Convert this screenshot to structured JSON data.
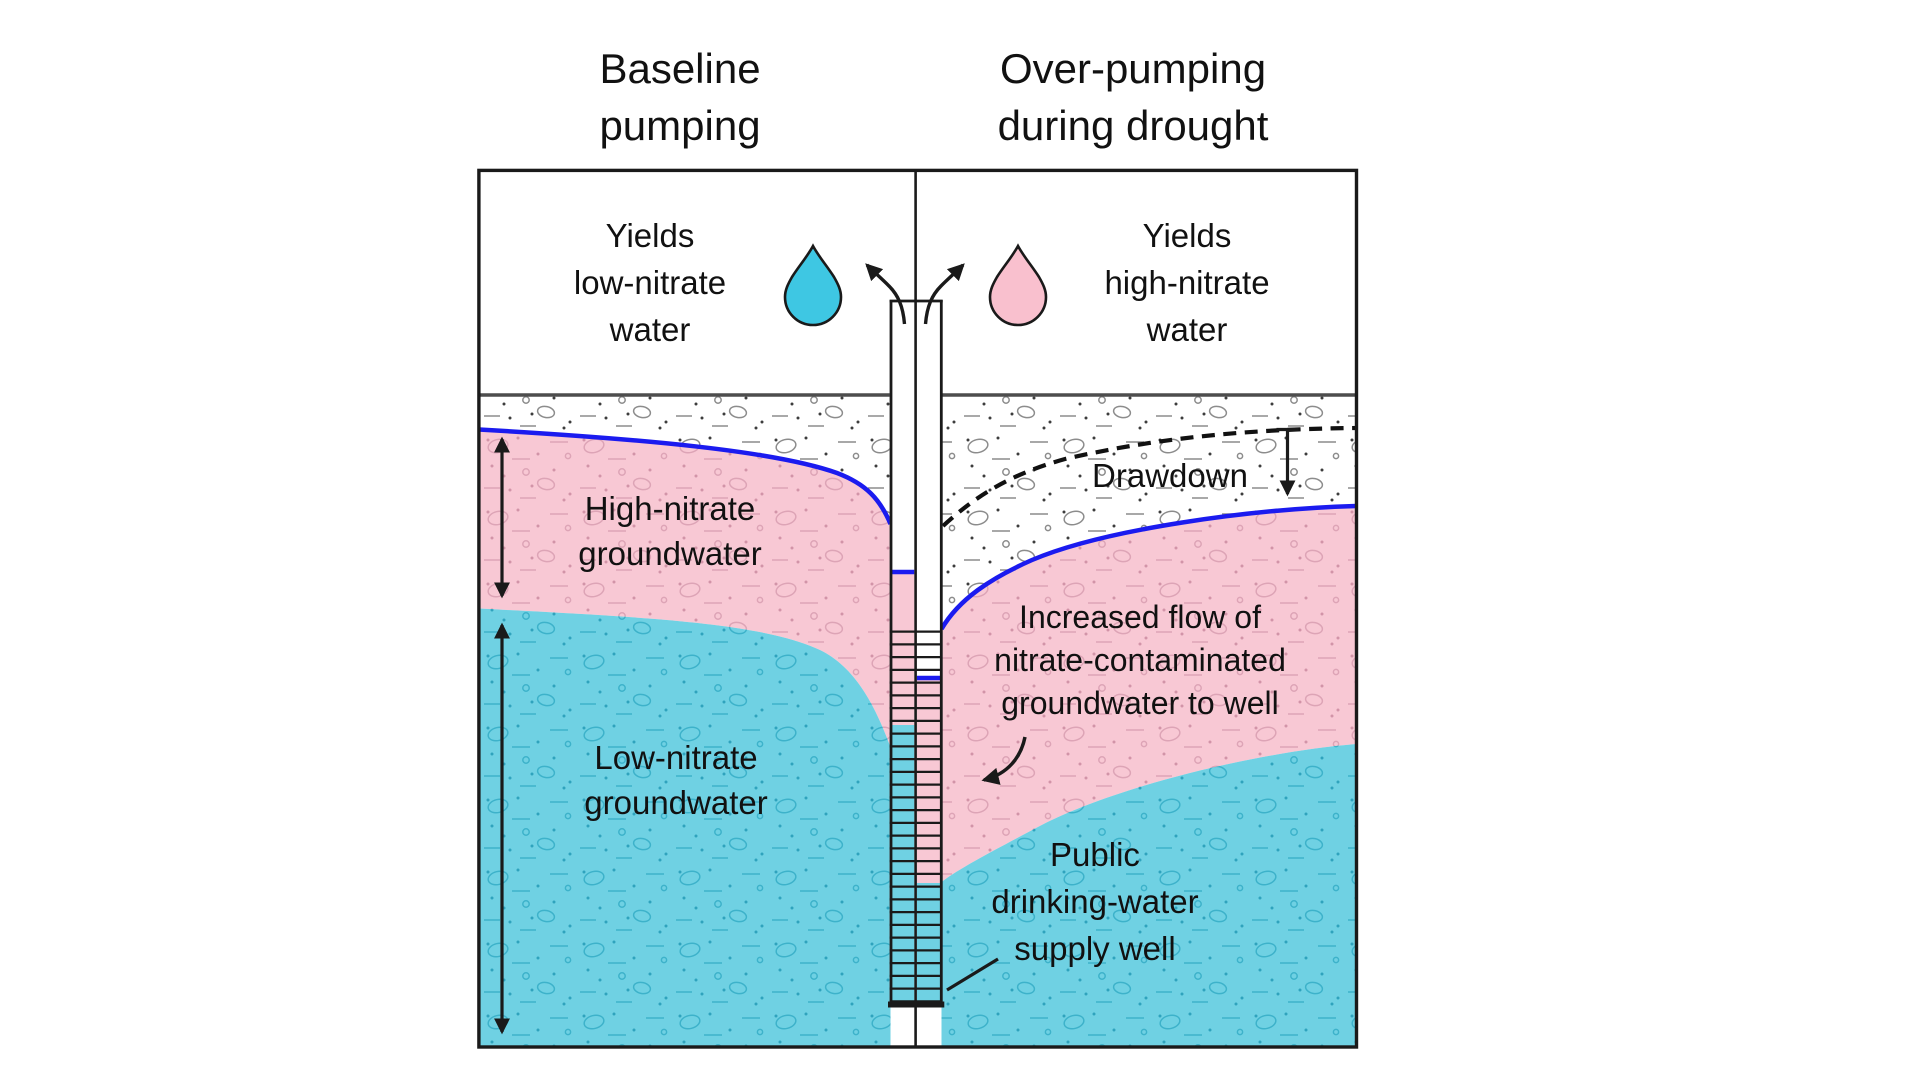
{
  "diagram": {
    "left_panel": {
      "title": [
        "Baseline",
        "pumping"
      ],
      "yield_label": [
        "Yields",
        "low-nitrate",
        "water"
      ],
      "upper_layer_label": [
        "High-nitrate",
        "groundwater"
      ],
      "lower_layer_label": [
        "Low-nitrate",
        "groundwater"
      ]
    },
    "right_panel": {
      "title": [
        "Over-pumping",
        "during drought"
      ],
      "yield_label": [
        "Yields",
        "high-nitrate",
        "water"
      ],
      "drawdown_label": "Drawdown",
      "flow_label": [
        "Increased flow of",
        "nitrate-contaminated",
        "groundwater to well"
      ],
      "well_label": [
        "Public",
        "drinking-water",
        "supply well"
      ]
    },
    "colors": {
      "high_nitrate_pink": "#f8c8d4",
      "low_nitrate_cyan": "#6fd1e3",
      "drop_low_nitrate": "#3ec7e3",
      "drop_high_nitrate": "#f9c0ce",
      "water_table_blue": "#1b1bef",
      "ground_surface_gray": "#4d4d4d",
      "outline_black": "#1a1a1a"
    }
  }
}
